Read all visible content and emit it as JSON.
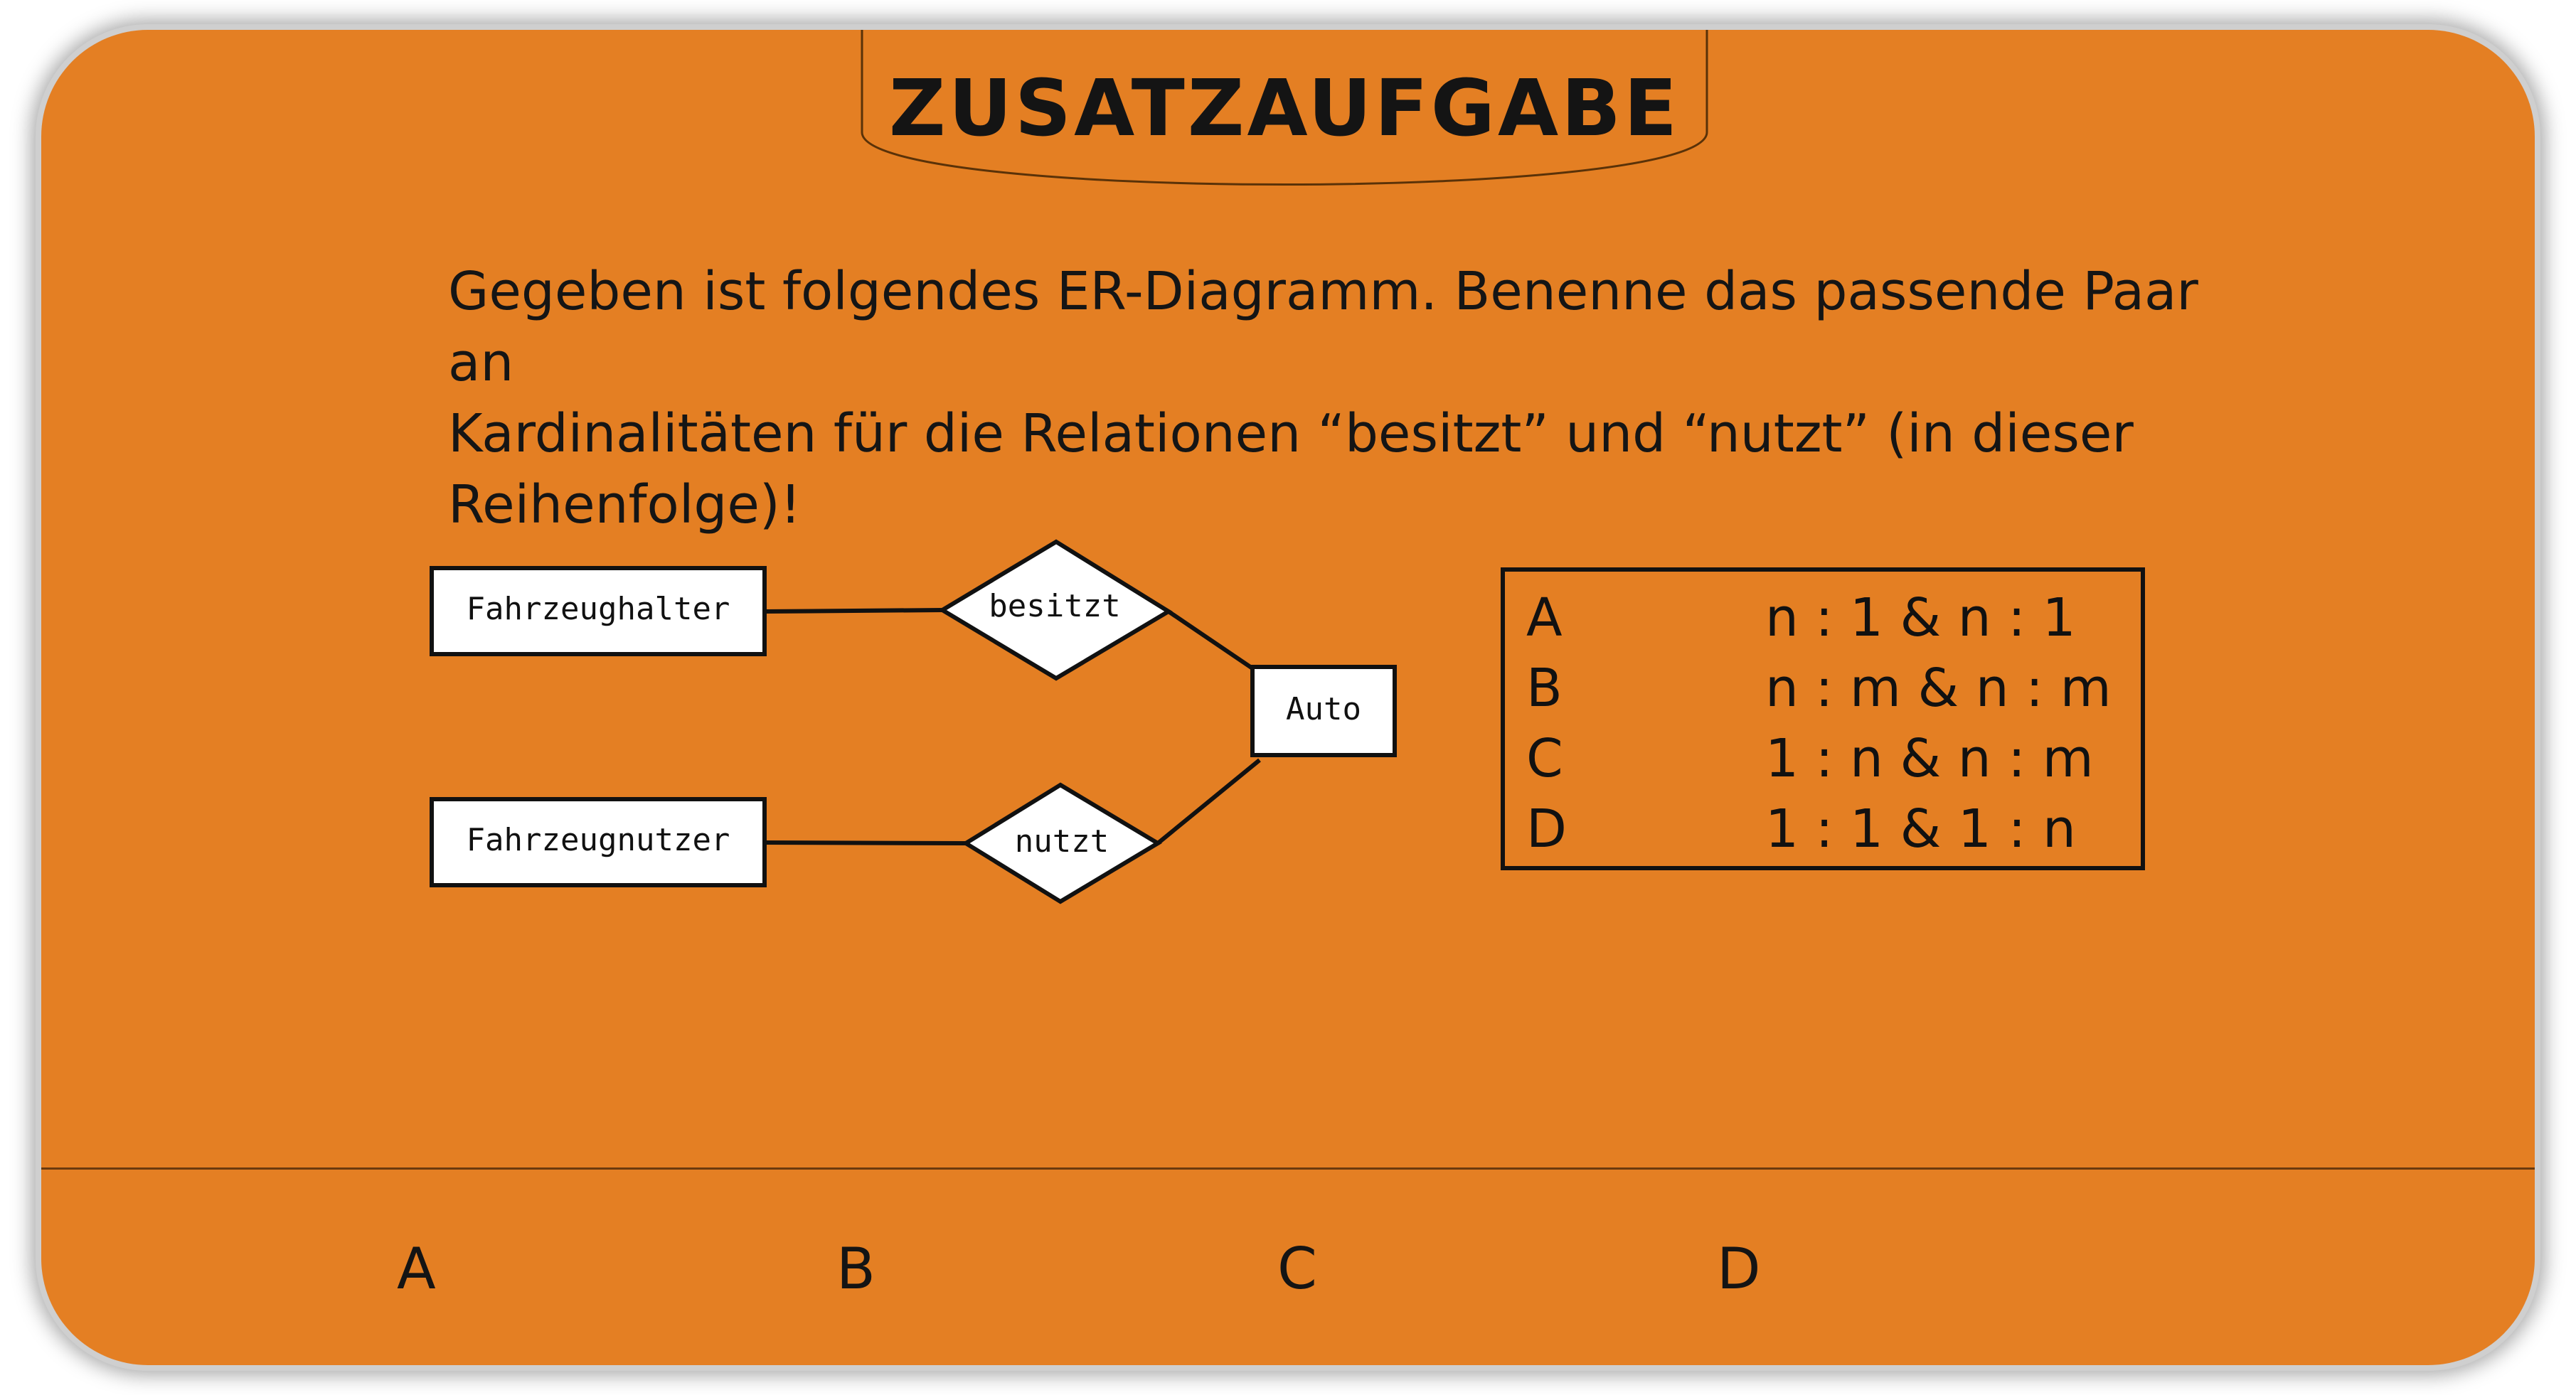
{
  "title": "ZUSATZAUFGABE",
  "question_lines": [
    "Gegeben ist folgendes ER-Diagramm. Benenne das passende Paar an",
    "Kardinalitäten für die Relationen “besitzt” und “nutzt” (in dieser",
    "Reihenfolge)!"
  ],
  "diagram": {
    "entities": {
      "fahrzeughalter": "Fahrzeughalter",
      "fahrzeugnutzer": "Fahrzeugnutzer",
      "auto": "Auto"
    },
    "relations": {
      "besitzt": "besitzt",
      "nutzt": "nutzt"
    }
  },
  "options": [
    {
      "letter": "A",
      "value": "n : 1 & n : 1"
    },
    {
      "letter": "B",
      "value": "n : m & n : m"
    },
    {
      "letter": "C",
      "value": "1 : n & n : m"
    },
    {
      "letter": "D",
      "value": "1 : 1 & 1 : n"
    }
  ],
  "answers": [
    "A",
    "B",
    "C",
    "D"
  ],
  "colors": {
    "background": "#e47f23",
    "text": "#141414",
    "entity_fill": "#ffffff"
  }
}
